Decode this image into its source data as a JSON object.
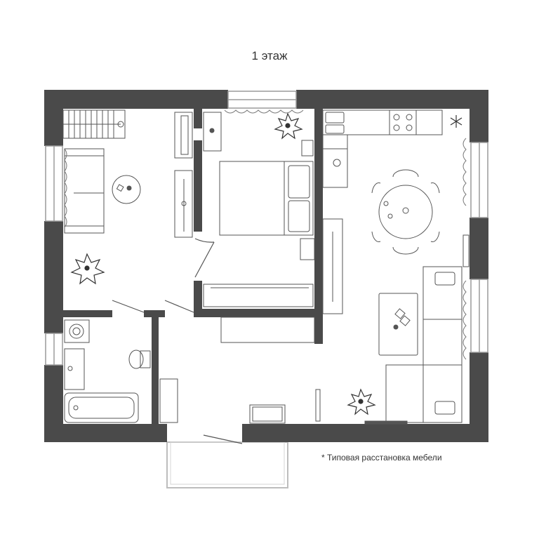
{
  "floor_title": "1 этаж",
  "furniture_note": "* Типовая расстановка мебели",
  "colors": {
    "wall": "#4a4a4a",
    "line": "#555555",
    "background": "#ffffff",
    "window_frame": "#bdbdbd"
  },
  "rooms": [
    "living-room",
    "bedroom",
    "kitchen-living",
    "bathroom",
    "hallway",
    "porch"
  ],
  "icons": [
    "staircase-icon",
    "sofa-icon",
    "plant-icon",
    "bed-icon",
    "dining-table-icon",
    "kitchen-counter-icon",
    "bathtub-icon",
    "toilet-icon",
    "sink-icon",
    "wardrobe-icon",
    "snowflake-icon"
  ]
}
